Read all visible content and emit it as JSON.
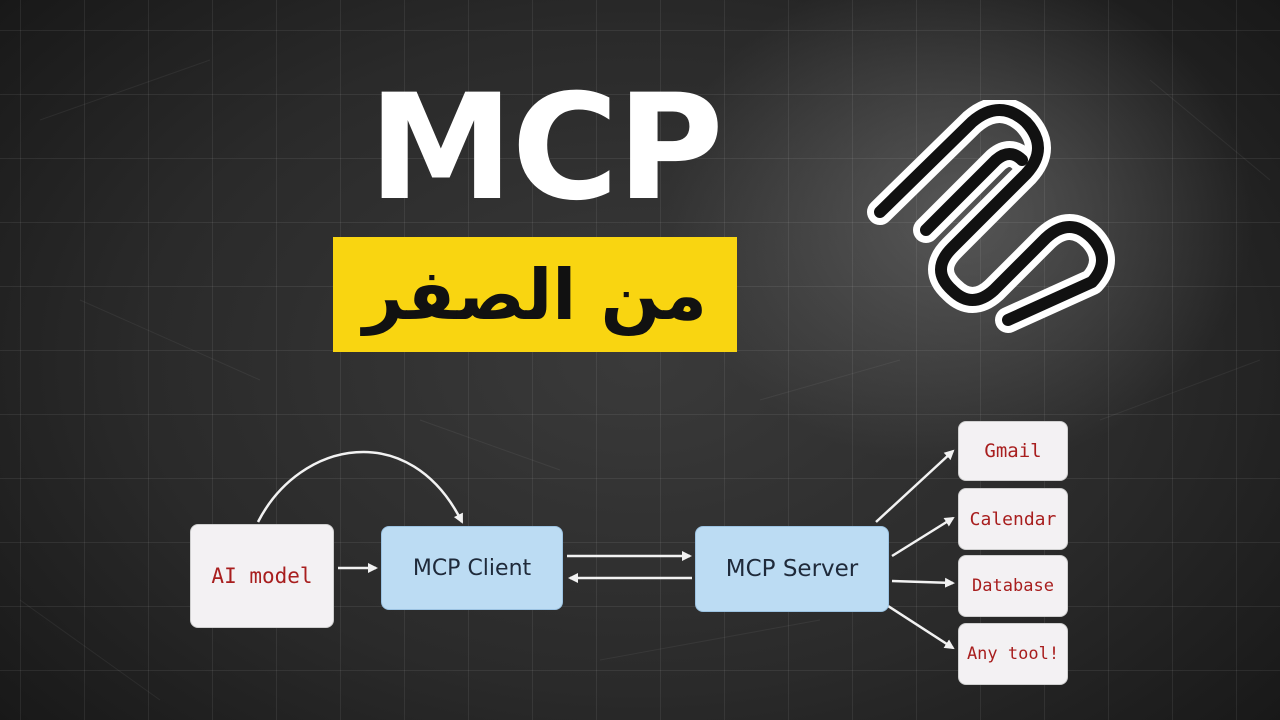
{
  "header": {
    "title": "MCP",
    "subtitle": "من الصفر"
  },
  "diagram": {
    "ai_model": "AI model",
    "mcp_client": "MCP Client",
    "mcp_server": "MCP Server",
    "tools": [
      "Gmail",
      "Calendar",
      "Database",
      "Any tool!"
    ]
  },
  "colors": {
    "accent_yellow": "#f9d511",
    "box_blue": "#bcdcf3",
    "box_light": "#f3f1f3",
    "tool_text": "#a81e1e"
  },
  "icons": {
    "logo": "mcp-logo-icon"
  }
}
